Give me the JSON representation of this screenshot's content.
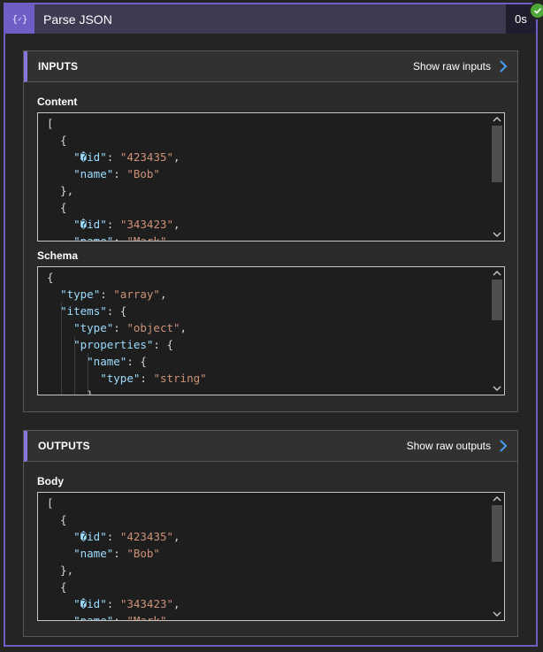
{
  "header": {
    "title": "Parse JSON",
    "duration": "0s",
    "icon": "json-braces-icon"
  },
  "inputs": {
    "title": "INPUTS",
    "raw_link": "Show raw inputs",
    "content_label": "Content",
    "content_lines": [
      [
        {
          "t": "[",
          "c": "p"
        }
      ],
      [
        {
          "t": "  {",
          "c": "p"
        }
      ],
      [
        {
          "t": "    ",
          "c": "p"
        },
        {
          "t": "\"�id\"",
          "c": "k"
        },
        {
          "t": ": ",
          "c": "p"
        },
        {
          "t": "\"423435\"",
          "c": "s"
        },
        {
          "t": ",",
          "c": "p"
        }
      ],
      [
        {
          "t": "    ",
          "c": "p"
        },
        {
          "t": "\"name\"",
          "c": "k"
        },
        {
          "t": ": ",
          "c": "p"
        },
        {
          "t": "\"Bob\"",
          "c": "s"
        }
      ],
      [
        {
          "t": "  },",
          "c": "p"
        }
      ],
      [
        {
          "t": "  {",
          "c": "p"
        }
      ],
      [
        {
          "t": "    ",
          "c": "p"
        },
        {
          "t": "\"�id\"",
          "c": "k"
        },
        {
          "t": ": ",
          "c": "p"
        },
        {
          "t": "\"343423\"",
          "c": "s"
        },
        {
          "t": ",",
          "c": "p"
        }
      ],
      [
        {
          "t": "    ",
          "c": "p"
        },
        {
          "t": "\"name\"",
          "c": "k"
        },
        {
          "t": ": ",
          "c": "p"
        },
        {
          "t": "\"Mark\"",
          "c": "s"
        }
      ]
    ],
    "schema_label": "Schema",
    "schema_lines": [
      [
        {
          "t": "{",
          "c": "p"
        }
      ],
      [
        {
          "t": "  ",
          "c": "p"
        },
        {
          "t": "\"type\"",
          "c": "k"
        },
        {
          "t": ": ",
          "c": "p"
        },
        {
          "t": "\"array\"",
          "c": "s"
        },
        {
          "t": ",",
          "c": "p"
        }
      ],
      [
        {
          "t": "  ",
          "c": "p"
        },
        {
          "t": "\"items\"",
          "c": "k"
        },
        {
          "t": ": {",
          "c": "p"
        }
      ],
      [
        {
          "t": "    ",
          "c": "p"
        },
        {
          "t": "\"type\"",
          "c": "k"
        },
        {
          "t": ": ",
          "c": "p"
        },
        {
          "t": "\"object\"",
          "c": "s"
        },
        {
          "t": ",",
          "c": "p"
        }
      ],
      [
        {
          "t": "    ",
          "c": "p"
        },
        {
          "t": "\"properties\"",
          "c": "k"
        },
        {
          "t": ": {",
          "c": "p"
        }
      ],
      [
        {
          "t": "      ",
          "c": "p"
        },
        {
          "t": "\"name\"",
          "c": "k"
        },
        {
          "t": ": {",
          "c": "p"
        }
      ],
      [
        {
          "t": "        ",
          "c": "p"
        },
        {
          "t": "\"type\"",
          "c": "k"
        },
        {
          "t": ": ",
          "c": "p"
        },
        {
          "t": "\"string\"",
          "c": "s"
        }
      ],
      [
        {
          "t": "      }",
          "c": "p"
        }
      ]
    ]
  },
  "outputs": {
    "title": "OUTPUTS",
    "raw_link": "Show raw outputs",
    "body_label": "Body",
    "body_lines": [
      [
        {
          "t": "[",
          "c": "p"
        }
      ],
      [
        {
          "t": "  {",
          "c": "p"
        }
      ],
      [
        {
          "t": "    ",
          "c": "p"
        },
        {
          "t": "\"�id\"",
          "c": "k"
        },
        {
          "t": ": ",
          "c": "p"
        },
        {
          "t": "\"423435\"",
          "c": "s"
        },
        {
          "t": ",",
          "c": "p"
        }
      ],
      [
        {
          "t": "    ",
          "c": "p"
        },
        {
          "t": "\"name\"",
          "c": "k"
        },
        {
          "t": ": ",
          "c": "p"
        },
        {
          "t": "\"Bob\"",
          "c": "s"
        }
      ],
      [
        {
          "t": "  },",
          "c": "p"
        }
      ],
      [
        {
          "t": "  {",
          "c": "p"
        }
      ],
      [
        {
          "t": "    ",
          "c": "p"
        },
        {
          "t": "\"�id\"",
          "c": "k"
        },
        {
          "t": ": ",
          "c": "p"
        },
        {
          "t": "\"343423\"",
          "c": "s"
        },
        {
          "t": ",",
          "c": "p"
        }
      ],
      [
        {
          "t": "    ",
          "c": "p"
        },
        {
          "t": "\"name\"",
          "c": "k"
        },
        {
          "t": ": ",
          "c": "p"
        },
        {
          "t": "\"Mark\"",
          "c": "s"
        }
      ]
    ]
  },
  "colors": {
    "accent": "#6e5fc6",
    "section_accent": "#8378de",
    "chevron": "#479ef5",
    "success": "#4ea83a",
    "json_key": "#9cdcfe",
    "json_string": "#ce9178"
  }
}
